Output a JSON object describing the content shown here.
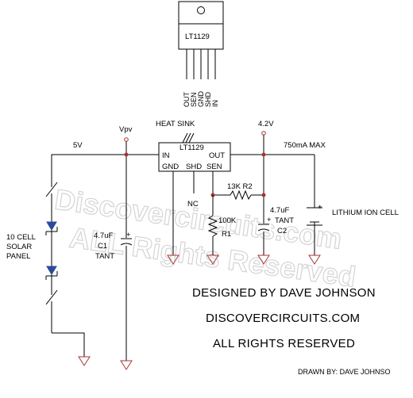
{
  "package": {
    "part": "LT1129",
    "pins": [
      "OUT",
      "SEN",
      "GND",
      "SHD",
      "IN"
    ]
  },
  "regulator": {
    "part": "LT1129",
    "heatsink": "HEAT SINK",
    "pin_in": "IN",
    "pin_out": "OUT",
    "pin_gnd": "GND",
    "pin_shd": "SHD",
    "pin_sen": "SEN",
    "nc": "NC"
  },
  "nets": {
    "v_in": "5V",
    "vpv": "Vpv",
    "v_out": "4.2V",
    "max_current": "750mA MAX"
  },
  "components": {
    "solar": [
      "10 CELL",
      "SOLAR",
      "PANEL"
    ],
    "c1": [
      "4.7uF",
      "C1",
      "TANT"
    ],
    "r2": "13K R2",
    "r1": [
      "100K",
      "R1"
    ],
    "c2": [
      "4.7uF",
      "TANT",
      "C2"
    ],
    "battery": "LITHIUM ION CELL"
  },
  "credits": {
    "line1": "DESIGNED BY DAVE JOHNSON",
    "line2": "DISCOVERCIRCUITS.COM",
    "line3": "ALL RIGHTS RESERVED",
    "drawn_by": "DRAWN BY:  DAVE JOHNSO"
  },
  "watermark": {
    "line1": "Discovercircuits.com",
    "line2": "ALL Rights Reserved"
  }
}
